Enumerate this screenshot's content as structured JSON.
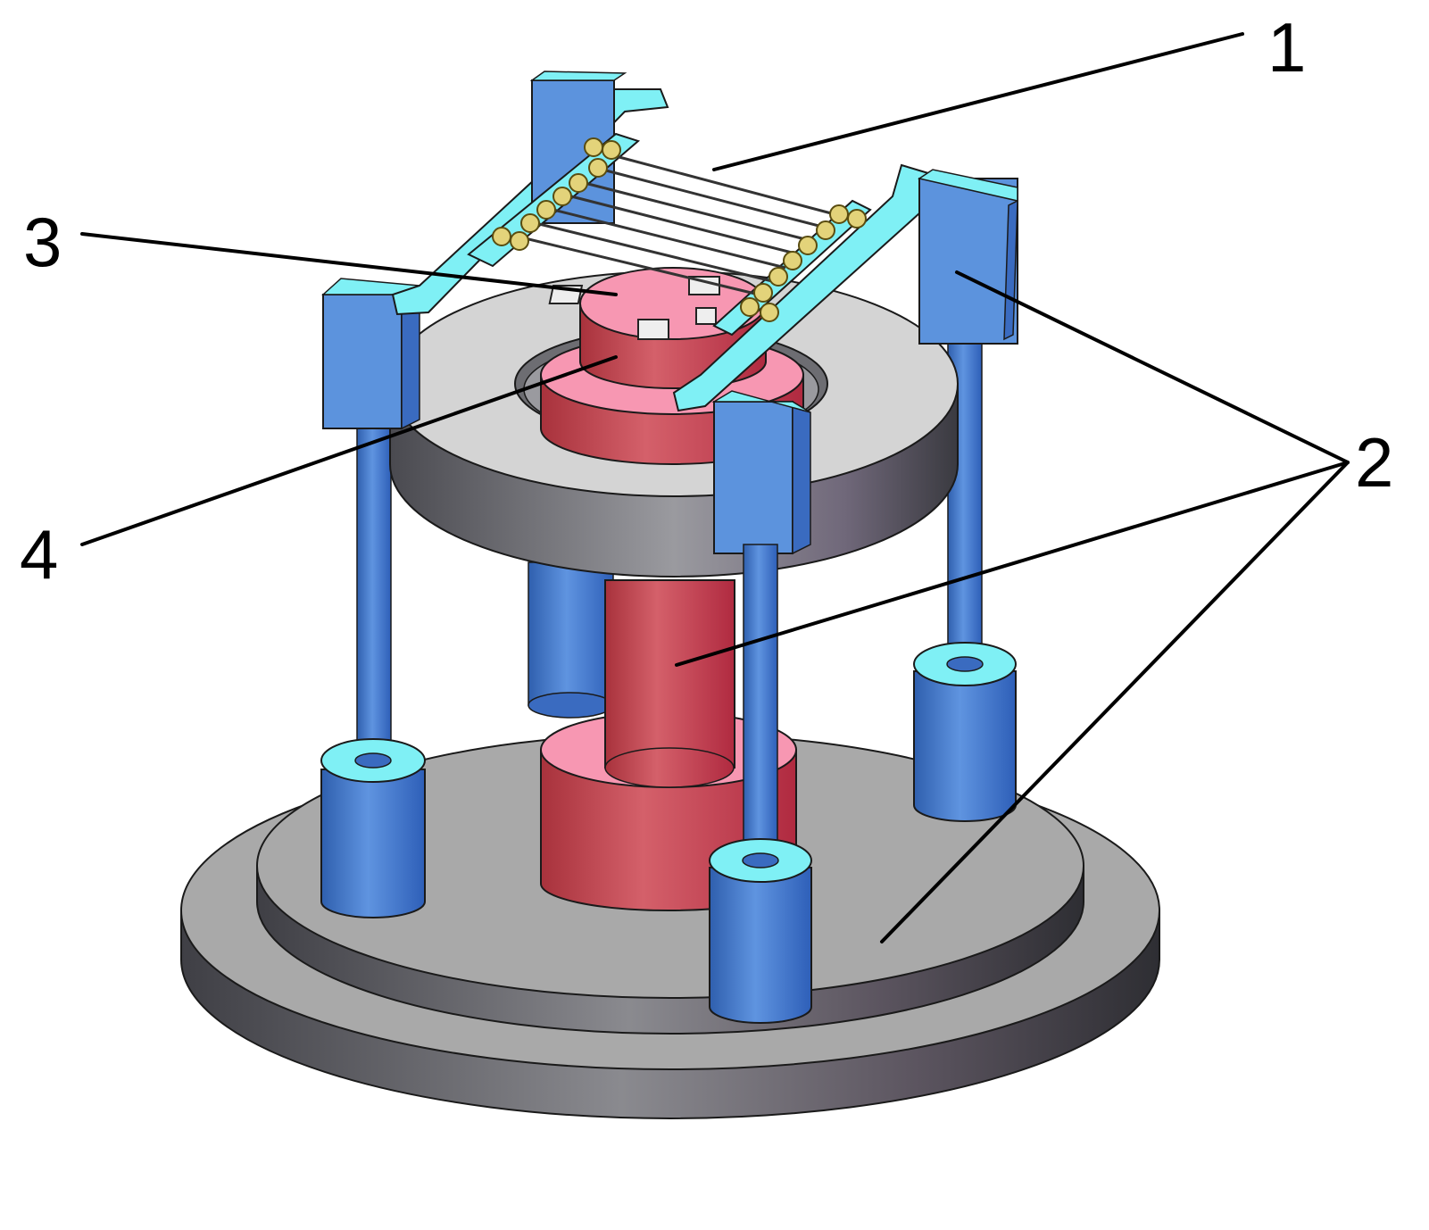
{
  "callouts": [
    {
      "id": "1",
      "text": "1"
    },
    {
      "id": "2",
      "text": "2"
    },
    {
      "id": "3",
      "text": "3"
    },
    {
      "id": "4",
      "text": "4"
    }
  ],
  "colors": {
    "base_top": "#a9a9a9",
    "base_side": "#5a5a62",
    "ring_top": "#d4d4d4",
    "ring_side": "#6d6d72",
    "post_blue": "#4f86d6",
    "cap_cyan": "#7ff0f5",
    "frame_blue": "#5c93dd",
    "red_side": "#c8454f",
    "pink_top": "#f797b2",
    "pad_gold": "#e3d37a"
  }
}
